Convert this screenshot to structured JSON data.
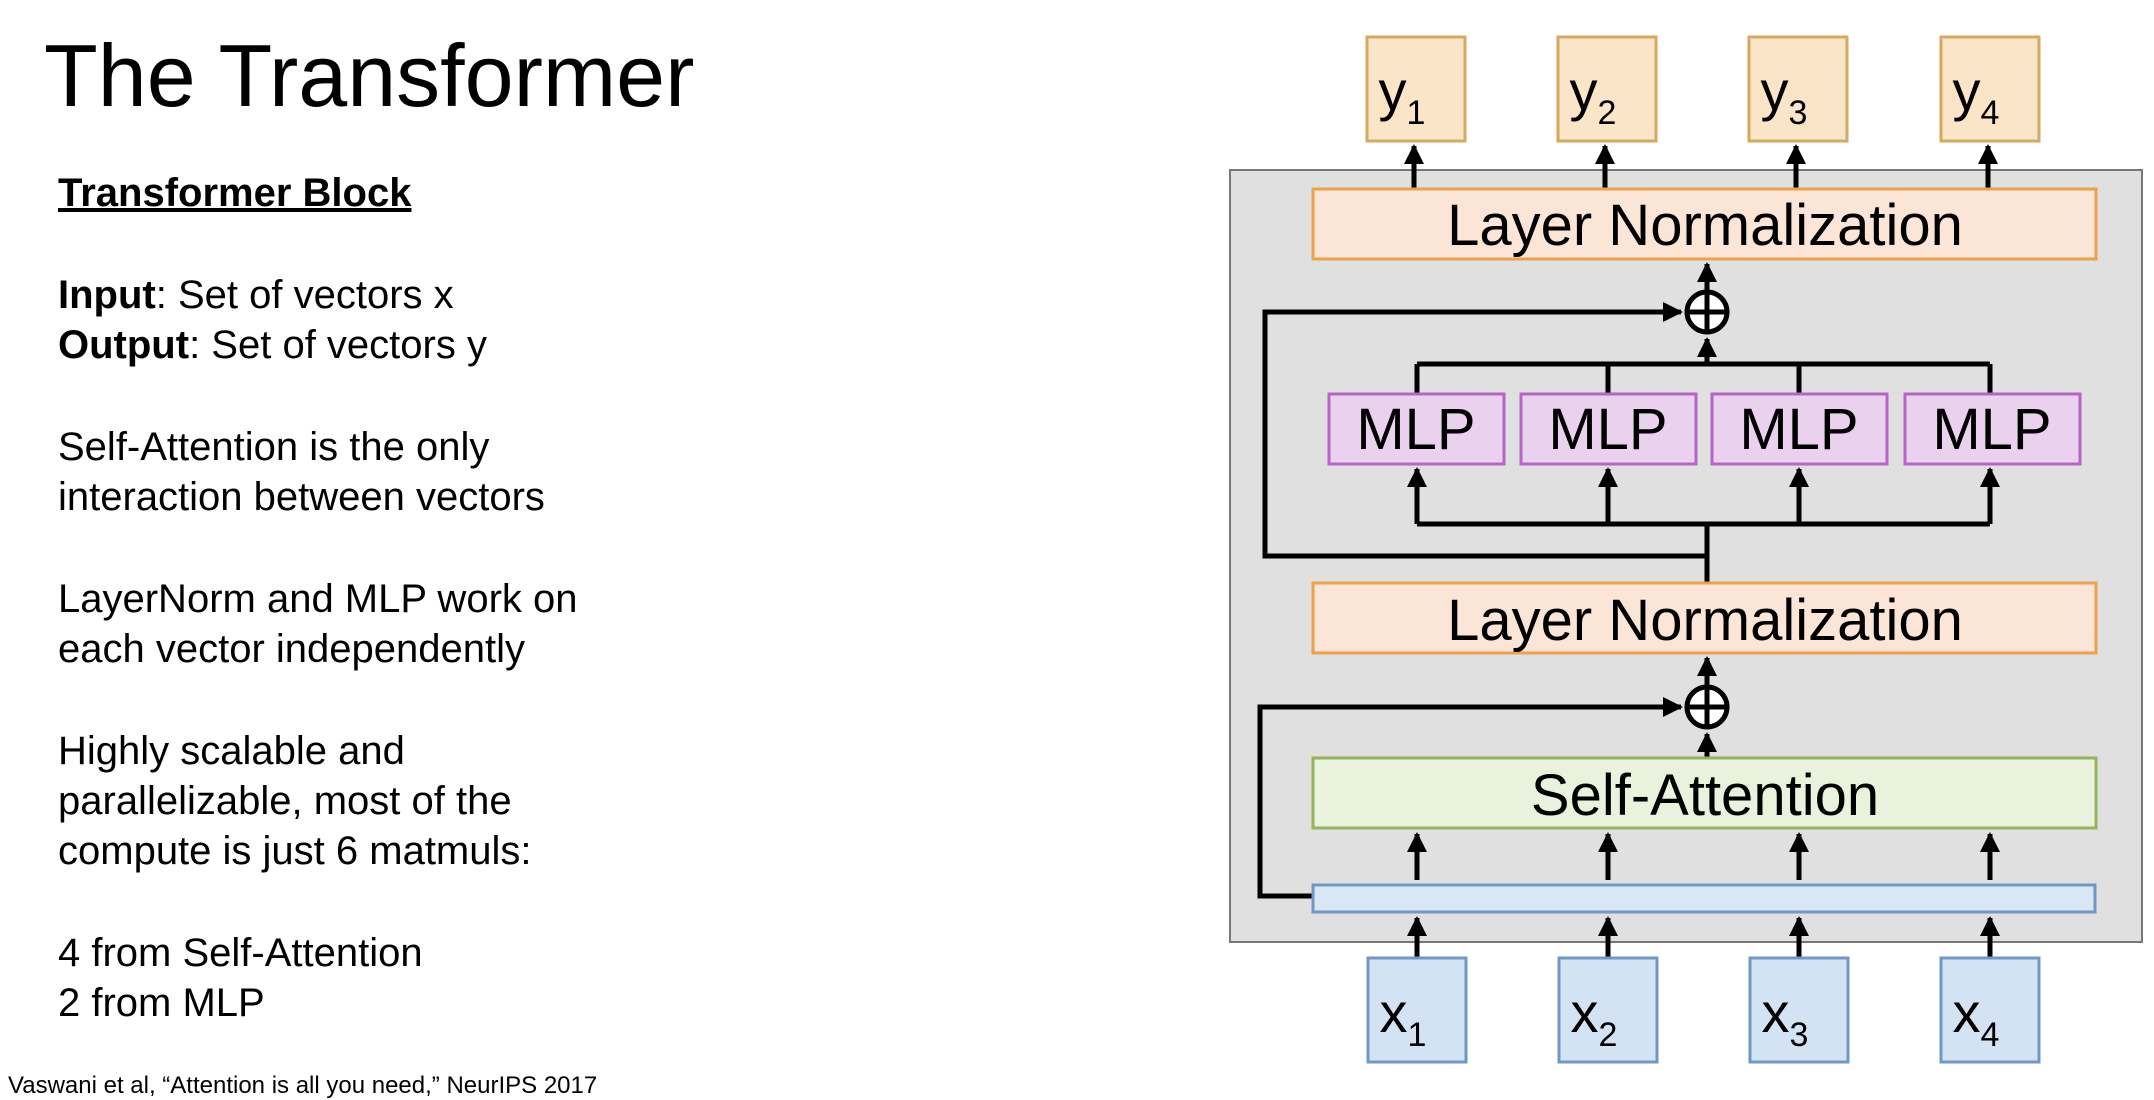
{
  "slide": {
    "title": "The Transformer",
    "heading": "Transformer Block",
    "input_label": "Input",
    "input_text": ": Set of vectors x",
    "output_label": "Output",
    "output_text": ": Set of vectors y",
    "para1_line1": "Self-Attention is the only",
    "para1_line2": "interaction between vectors",
    "para2_line1": "LayerNorm and MLP work on",
    "para2_line2": "each vector independently",
    "para3_line1": "Highly scalable and",
    "para3_line2": "parallelizable, most of the",
    "para3_line3": "compute is just 6 matmuls:",
    "para4_line1": "4 from Self-Attention",
    "para4_line2": "2 from MLP",
    "citation": "Vaswani et al, “Attention is all you need,” NeurIPS 2017"
  },
  "diagram": {
    "outputs": [
      {
        "base": "y",
        "sub": "1"
      },
      {
        "base": "y",
        "sub": "2"
      },
      {
        "base": "y",
        "sub": "3"
      },
      {
        "base": "y",
        "sub": "4"
      }
    ],
    "inputs": [
      {
        "base": "x",
        "sub": "1"
      },
      {
        "base": "x",
        "sub": "2"
      },
      {
        "base": "x",
        "sub": "3"
      },
      {
        "base": "x",
        "sub": "4"
      }
    ],
    "layer_norm_top": "Layer Normalization",
    "layer_norm_bottom": "Layer Normalization",
    "mlp_labels": [
      "MLP",
      "MLP",
      "MLP",
      "MLP"
    ],
    "self_attention": "Self-Attention",
    "colors": {
      "panel_fill": "#e0e0e0",
      "panel_stroke": "#777777",
      "io_y_fill": "#fae5c8",
      "io_y_stroke": "#d6a95e",
      "io_x_fill": "#d4e3f3",
      "io_x_stroke": "#6f98c4",
      "layernorm_fill": "#fbe5d6",
      "layernorm_stroke": "#f0a04b",
      "mlp_fill": "#ead1ee",
      "mlp_stroke": "#b565c4",
      "selfattn_fill": "#e9f2dc",
      "selfattn_stroke": "#93b45a",
      "embed_fill": "#d9e6f4",
      "embed_stroke": "#6f98c4"
    }
  }
}
